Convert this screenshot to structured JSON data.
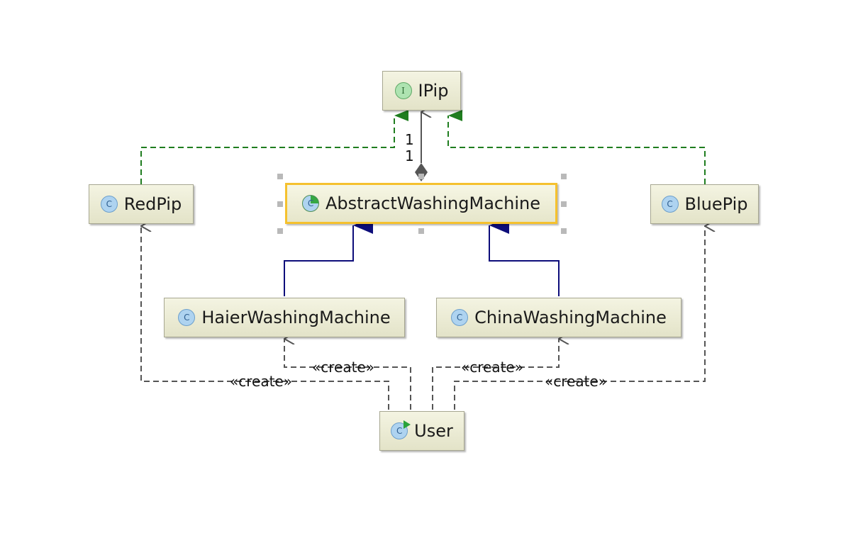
{
  "diagram": {
    "nodes": {
      "ipip": {
        "name": "IPip",
        "kind": "interface",
        "icon": "interface-icon",
        "letter": "I"
      },
      "red_pip": {
        "name": "RedPip",
        "kind": "class",
        "icon": "class-icon",
        "letter": "C"
      },
      "abstract_washing_machine": {
        "name": "AbstractWashingMachine",
        "kind": "abstract-class",
        "icon": "abstract-class-icon",
        "letter": "C",
        "selected": true
      },
      "blue_pip": {
        "name": "BluePip",
        "kind": "class",
        "icon": "class-icon",
        "letter": "C"
      },
      "haier_washing_machine": {
        "name": "HaierWashingMachine",
        "kind": "class",
        "icon": "class-icon",
        "letter": "C"
      },
      "china_washing_machine": {
        "name": "ChinaWashingMachine",
        "kind": "class",
        "icon": "class-icon",
        "letter": "C"
      },
      "user": {
        "name": "User",
        "kind": "runnable-class",
        "icon": "runnable-class-icon",
        "letter": "C"
      }
    },
    "edges": [
      {
        "from": "red_pip",
        "to": "ipip",
        "type": "realization"
      },
      {
        "from": "blue_pip",
        "to": "ipip",
        "type": "realization"
      },
      {
        "from": "abstract_washing_machine",
        "to": "ipip",
        "type": "composition",
        "multiplicity_source": "1",
        "multiplicity_target": "1"
      },
      {
        "from": "haier_washing_machine",
        "to": "abstract_washing_machine",
        "type": "generalization"
      },
      {
        "from": "china_washing_machine",
        "to": "abstract_washing_machine",
        "type": "generalization"
      },
      {
        "from": "user",
        "to": "red_pip",
        "type": "dependency",
        "stereotype": "«create»"
      },
      {
        "from": "user",
        "to": "haier_washing_machine",
        "type": "dependency",
        "stereotype": "«create»"
      },
      {
        "from": "user",
        "to": "china_washing_machine",
        "type": "dependency",
        "stereotype": "«create»"
      },
      {
        "from": "user",
        "to": "blue_pip",
        "type": "dependency",
        "stereotype": "«create»"
      }
    ],
    "colors": {
      "realization": "#1f7d1f",
      "generalization": "#0d0d7a",
      "composition": "#555555",
      "dependency": "#555555",
      "selection_border": "#f5c12e"
    }
  }
}
